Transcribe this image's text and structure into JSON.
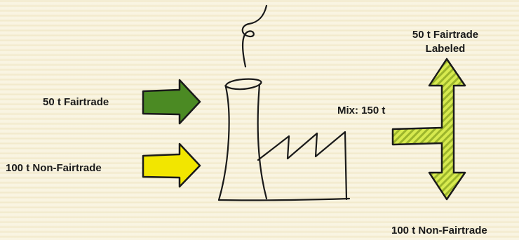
{
  "inputs": {
    "fairtrade": {
      "label": "50 t Fairtrade",
      "color": "#4b8a23"
    },
    "non_fairtrade": {
      "label": "100 t Non-Fairtrade",
      "color": "#f2e600"
    }
  },
  "mix": {
    "label": "Mix: 150 t",
    "color": "#c9df3c"
  },
  "outputs": {
    "fairtrade_labeled": {
      "line1": "50 t Fairtrade",
      "line2": "Labeled"
    },
    "non_fairtrade": {
      "label": "100 t Non-Fairtrade"
    }
  }
}
